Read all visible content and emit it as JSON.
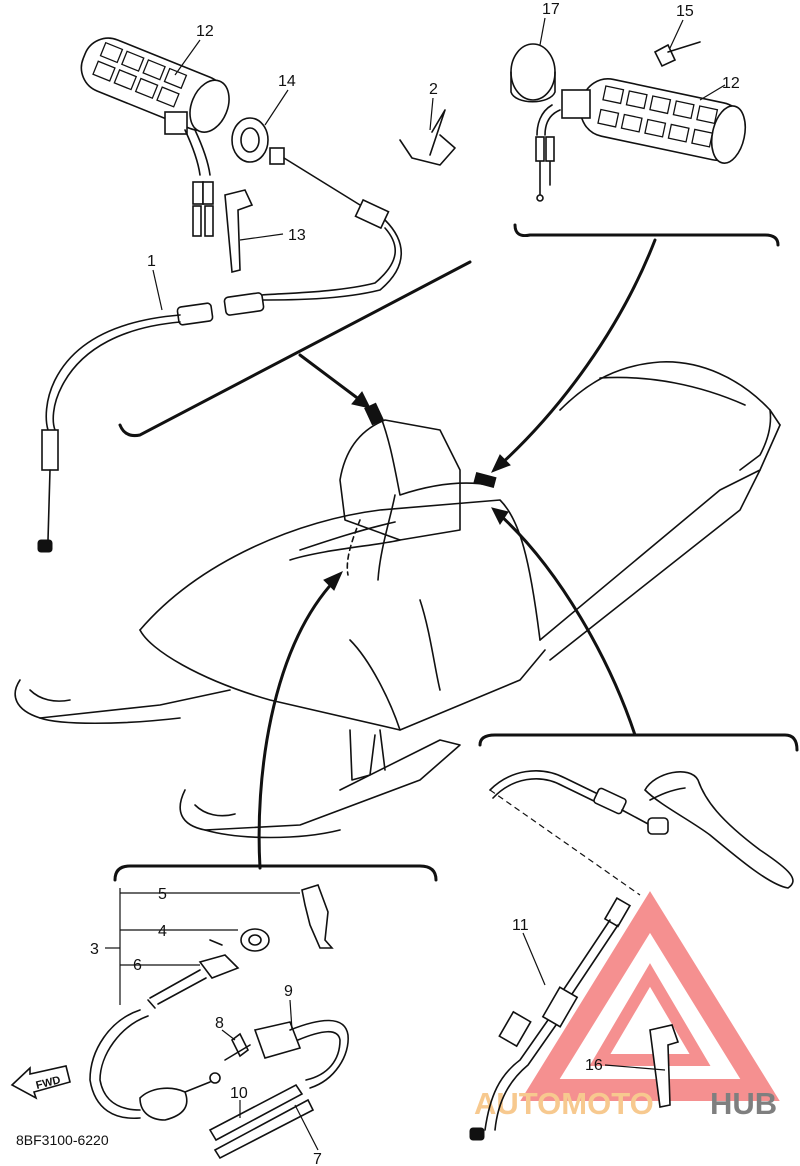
{
  "diagram_code": "8BF3100-6220",
  "fwd_label": "FWD",
  "watermark": {
    "text_a": "AUTOMOTO",
    "text_b": "HUB",
    "color_a": "#f5b86a",
    "color_b": "#555555",
    "logo_color": "#f26b6b"
  },
  "part_numbers": {
    "p1": "1",
    "p2": "2",
    "p3": "3",
    "p4": "4",
    "p5": "5",
    "p6": "6",
    "p7": "7",
    "p8": "8",
    "p9": "9",
    "p10": "10",
    "p11": "11",
    "p12a": "12",
    "p12b": "12",
    "p13": "13",
    "p14": "14",
    "p15": "15",
    "p16": "16",
    "p17": "17"
  }
}
